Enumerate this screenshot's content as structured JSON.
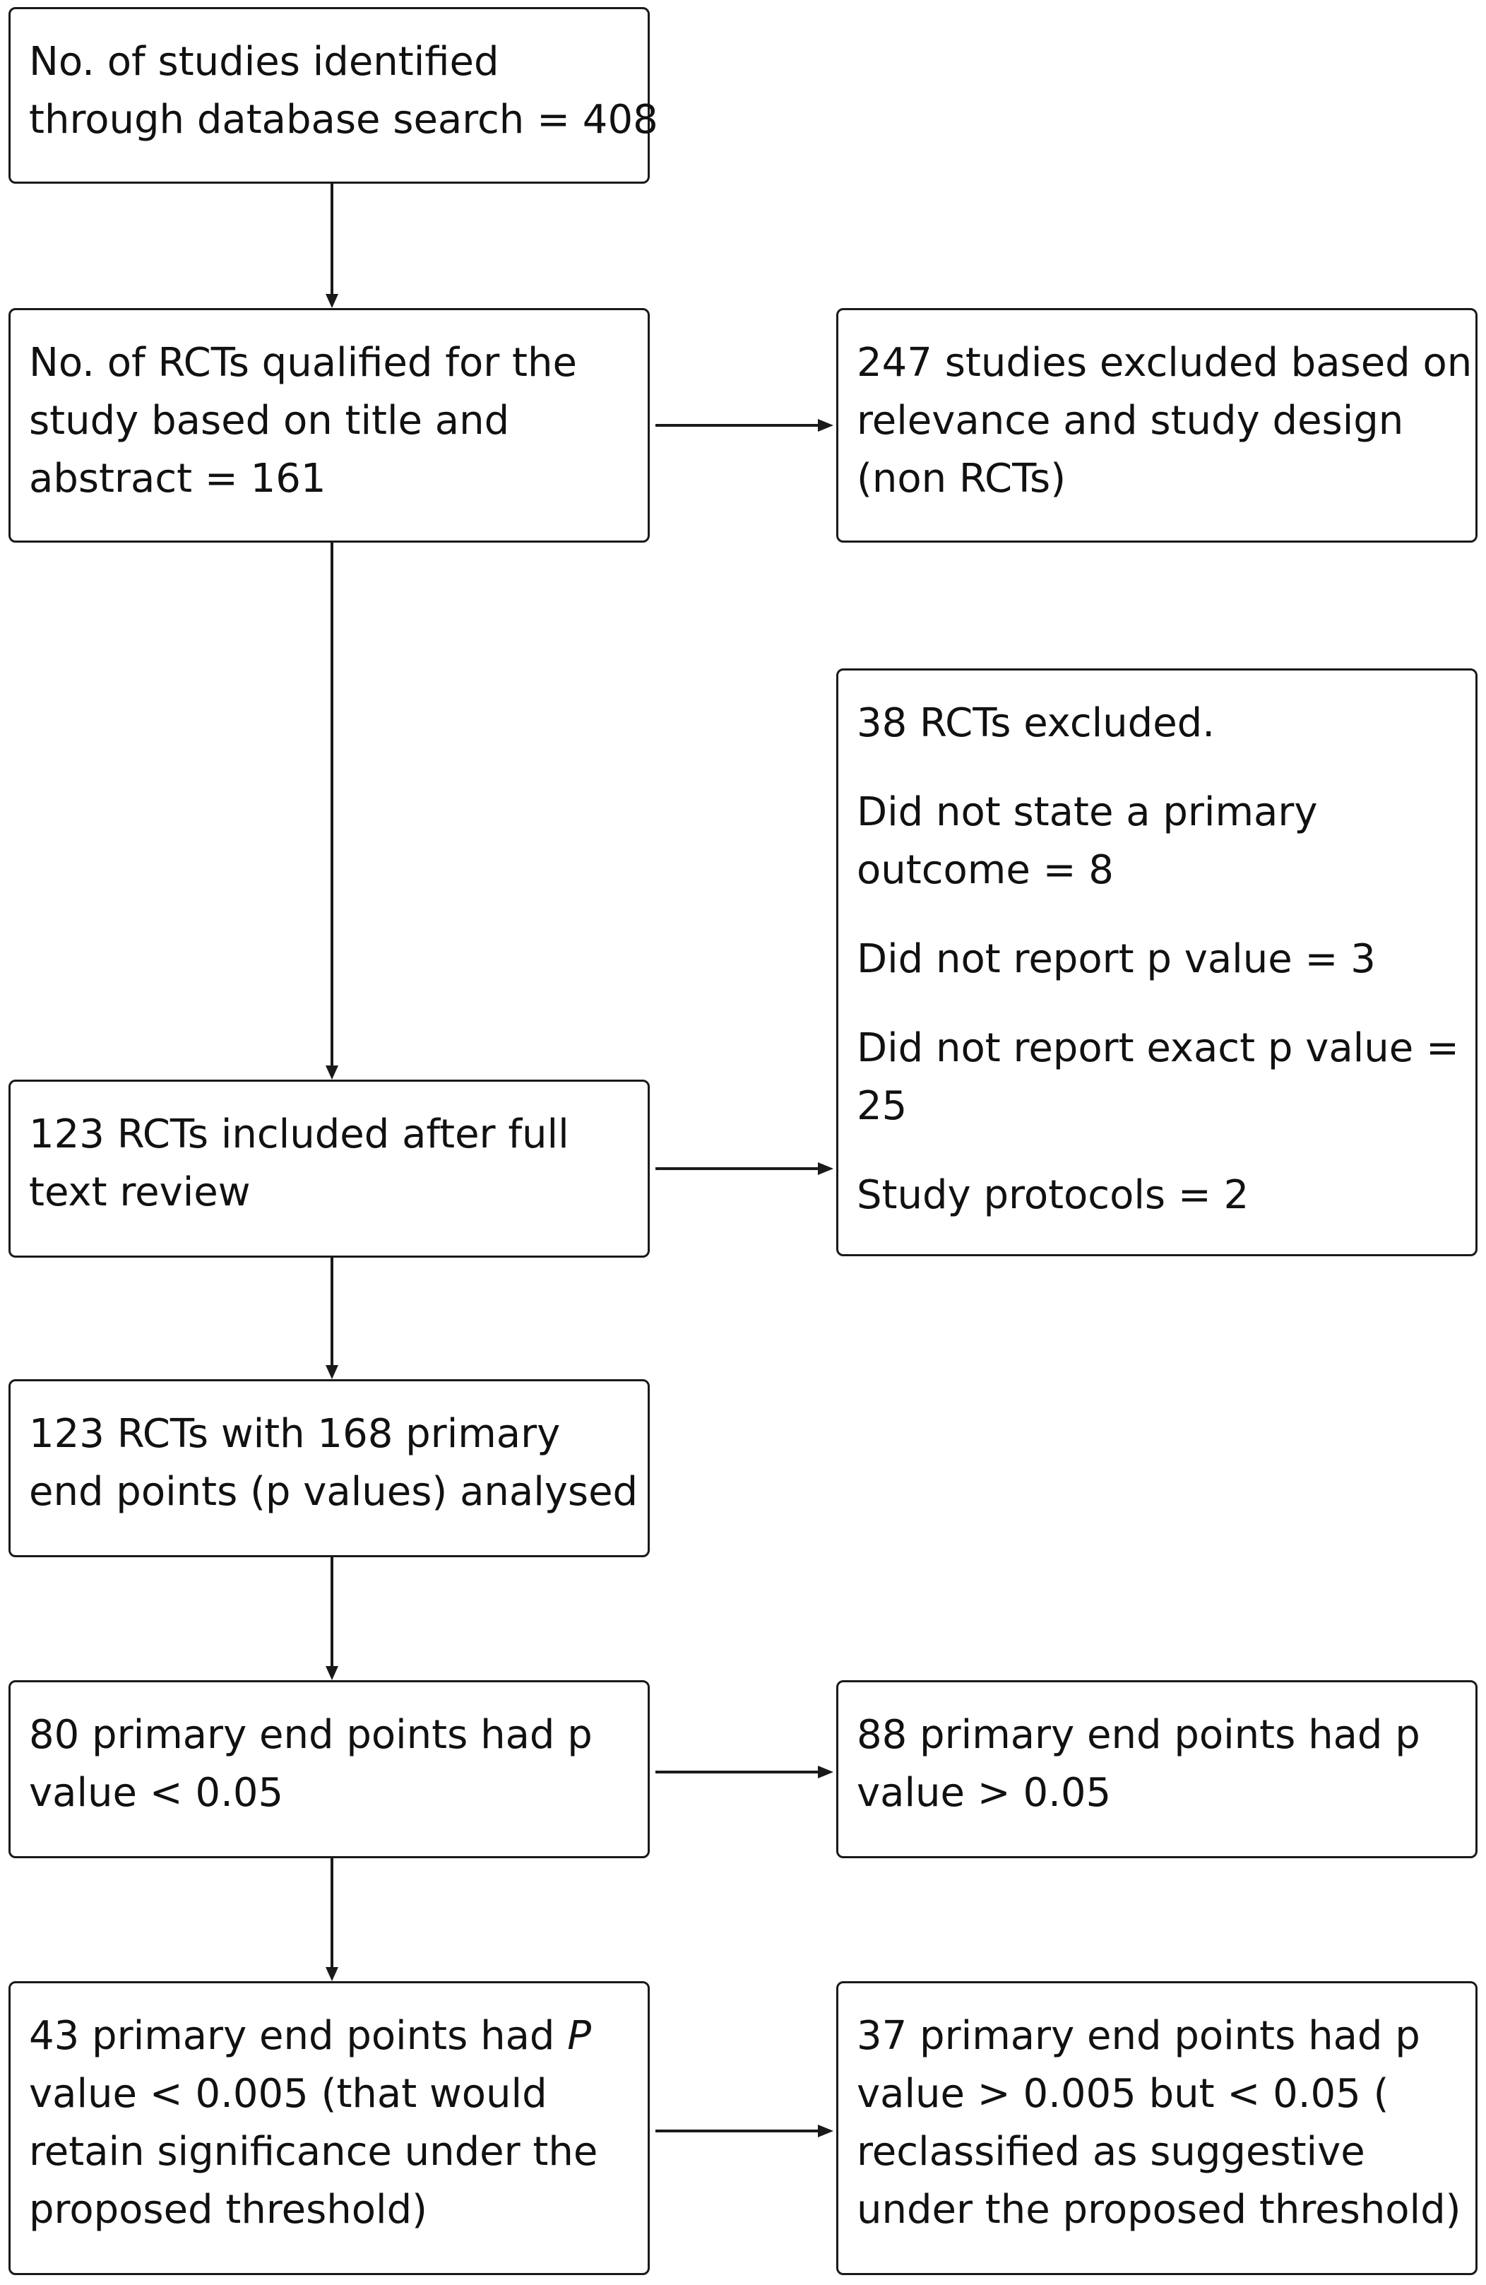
{
  "boxes": {
    "identified": {
      "lines": [
        "No. of studies identified",
        "through database search = 408"
      ]
    },
    "qualified": {
      "lines": [
        "No. of RCTs qualified for the",
        "study based on title and",
        "abstract = 161"
      ]
    },
    "excluded_title": {
      "lines": [
        "247 studies excluded based on",
        "relevance and study design",
        "(non RCTs)"
      ]
    },
    "excluded_fulltext": {
      "heading": "38 RCTs excluded.",
      "reasons": [
        [
          "Did not state a primary",
          "outcome = 8"
        ],
        [
          "Did not report p value = 3"
        ],
        [
          "Did not report exact p value =",
          "25"
        ],
        [
          "Study protocols = 2"
        ]
      ]
    },
    "included": {
      "lines": [
        "123 RCTs included after full",
        "text review"
      ]
    },
    "analysed": {
      "lines": [
        "123 RCTs with 168 primary",
        "end points (p values) analysed"
      ]
    },
    "p_below_005": {
      "lines": [
        "80 primary end points had p",
        "value < 0.05"
      ]
    },
    "p_above_005": {
      "lines": [
        "88 primary end points had p",
        "value > 0.05"
      ]
    },
    "p_below_0005": {
      "line1_prefix": "43 primary end points had ",
      "line1_italic": "P",
      "lines_rest": [
        "value < 0.005 (that would",
        "retain significance under the",
        "proposed threshold)"
      ]
    },
    "suggestive": {
      "lines": [
        "37 primary end points had p",
        "value > 0.005 but < 0.05 (",
        "reclassified as suggestive",
        "under the proposed threshold)"
      ]
    }
  }
}
